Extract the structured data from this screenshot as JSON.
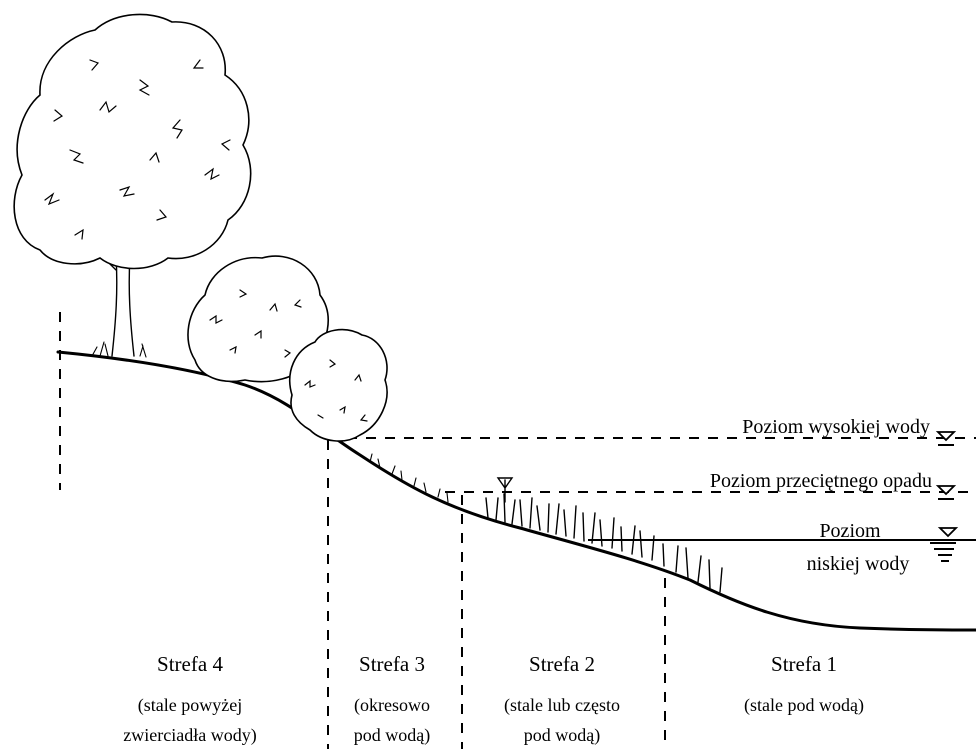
{
  "levels": {
    "high_water": "Poziom wysokiej wody",
    "average_precipitation": "Poziom przeciętnego opadu",
    "low_water_line1": "Poziom",
    "low_water_line2": "niskiej wody"
  },
  "zones": [
    {
      "title": "Strefa 4",
      "desc_line1": "(stale powyżej",
      "desc_line2": "zwierciadła wody)"
    },
    {
      "title": "Strefa 3",
      "desc_line1": "(okresowo",
      "desc_line2": "pod wodą)"
    },
    {
      "title": "Strefa 2",
      "desc_line1": "(stale lub często",
      "desc_line2": "pod wodą)"
    },
    {
      "title": "Strefa 1",
      "desc_line1": "(stale pod wodą)",
      "desc_line2": ""
    }
  ]
}
